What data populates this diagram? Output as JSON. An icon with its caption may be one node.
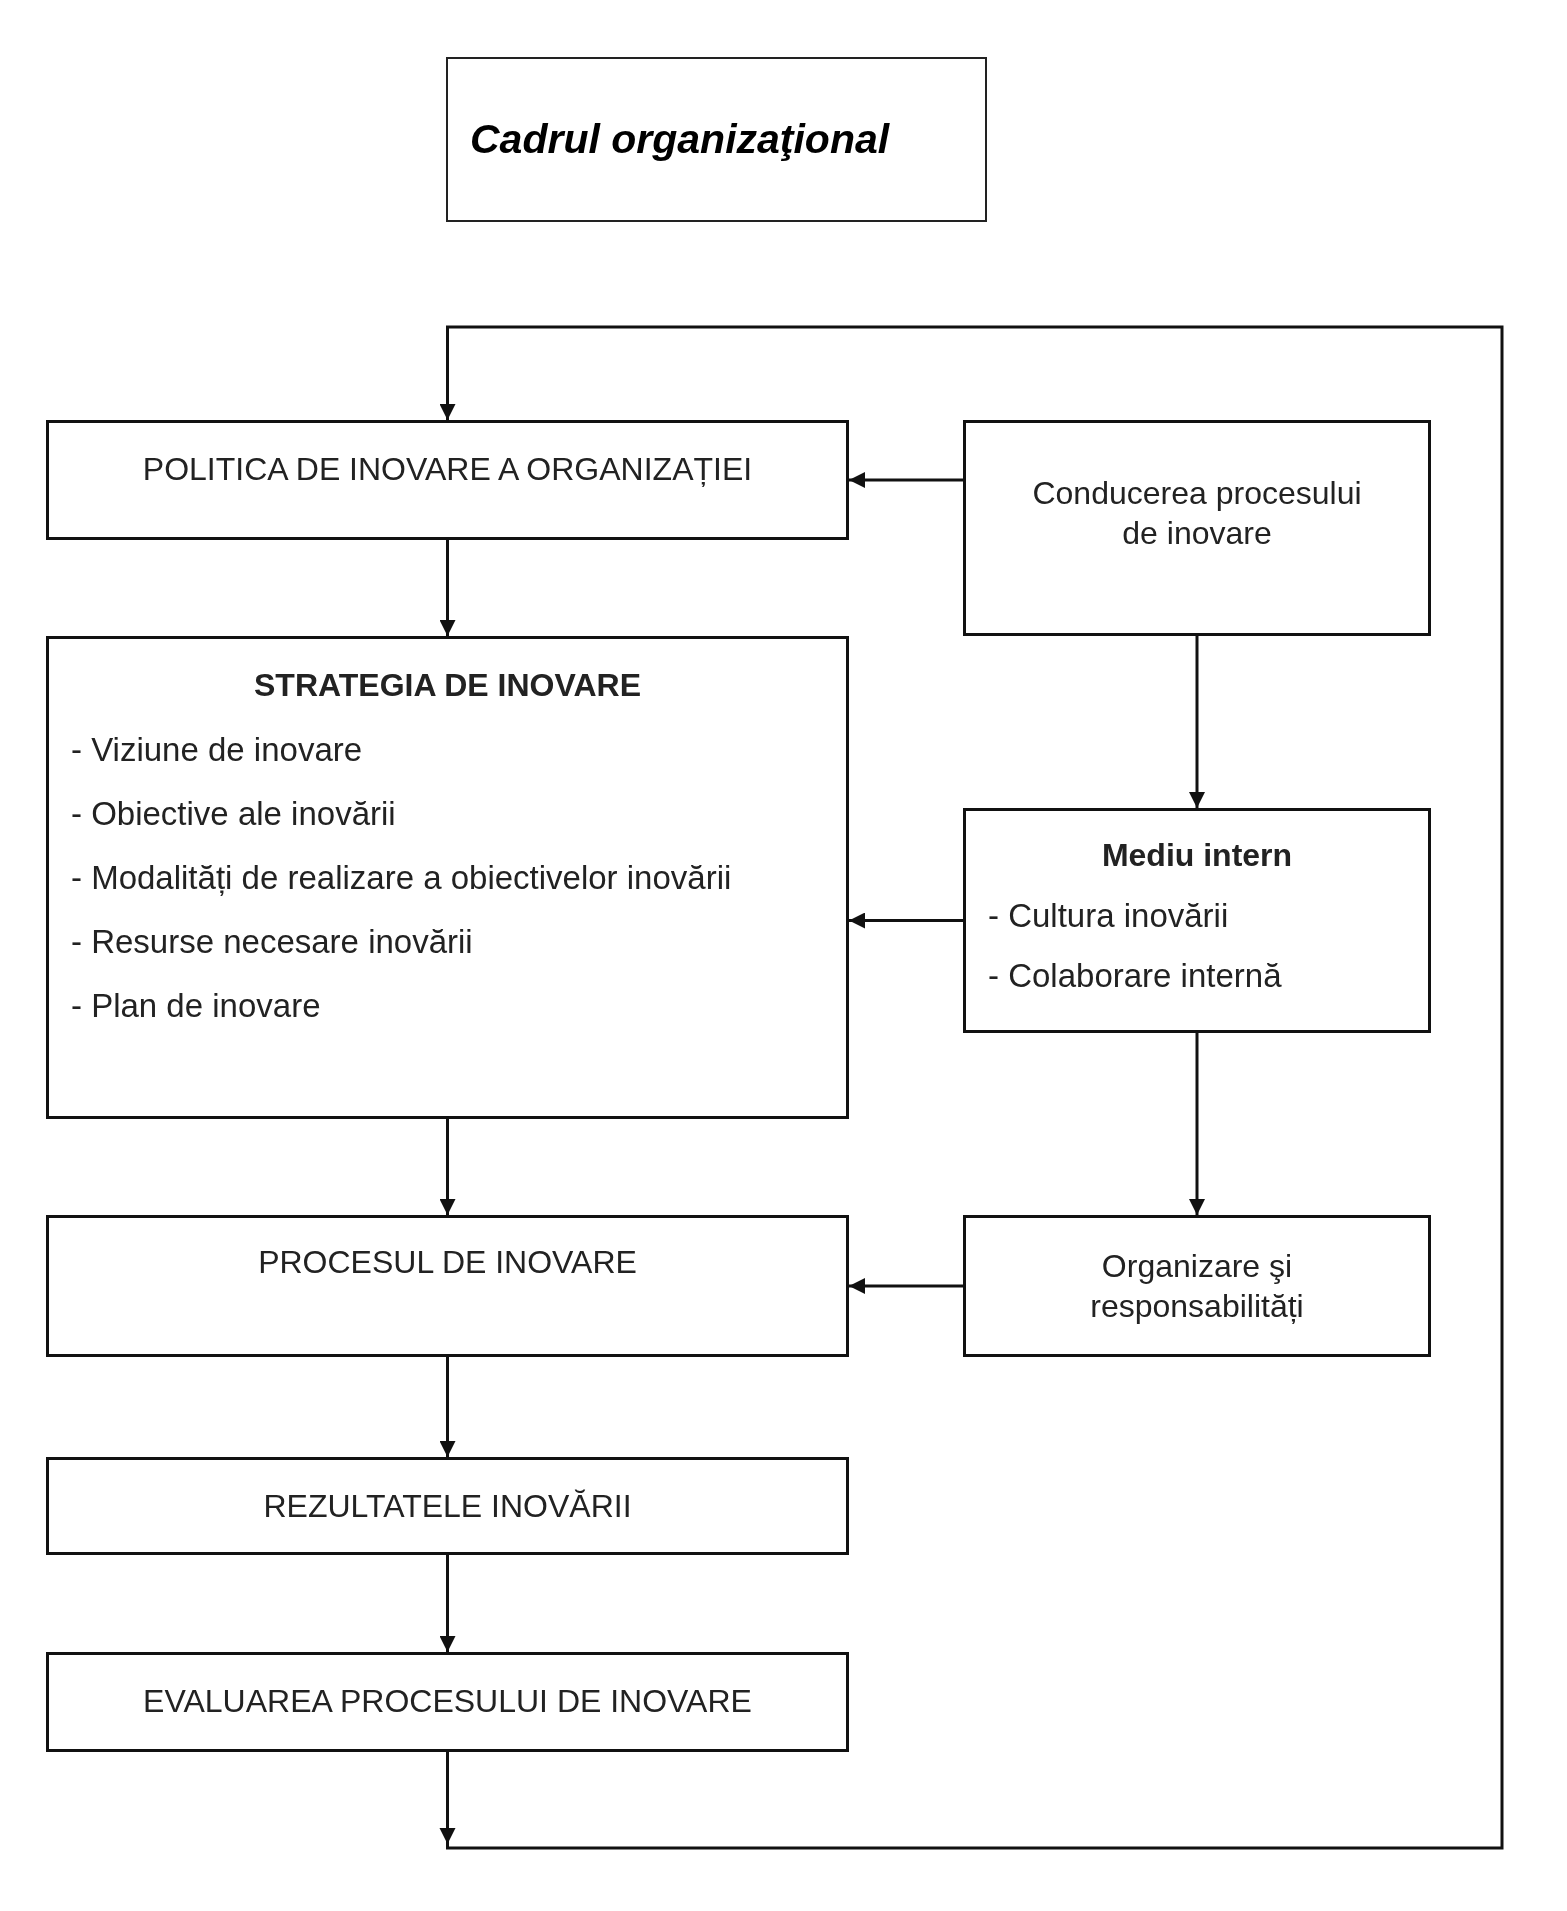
{
  "diagram": {
    "title": "Cadrul organizaţional",
    "nodes": [
      {
        "text": [
          "POLITICA DE INOVARE A ORGANIZAȚIEI"
        ]
      },
      {
        "text": [
          "Conducerea procesului de inovare"
        ]
      },
      {
        "text": [
          "STRATEGIA DE INOVARE",
          "- Viziune de inovare",
          "- Obiective ale inovării",
          "- Modalități de realizare a obiectivelor inovării",
          "- Resurse necesare inovării",
          "- Plan de inovare"
        ]
      },
      {
        "text": [
          "Mediu intern",
          "- Cultura inovării",
          "- Colaborare internă"
        ]
      },
      {
        "text": [
          "PROCESUL DE INOVARE"
        ]
      },
      {
        "text": [
          "Organizare şi responsabilități"
        ]
      },
      {
        "text": [
          "REZULTATELE INOVĂRII"
        ]
      },
      {
        "text": [
          "EVALUAREA PROCESULUI DE INOVARE"
        ]
      }
    ],
    "edges": [
      {
        "from": 1,
        "to": 0,
        "arrow": "to"
      },
      {
        "from": 0,
        "to": 2,
        "arrow": "to"
      },
      {
        "from": 1,
        "to": 3,
        "arrow": "to"
      },
      {
        "from": 3,
        "to": 2,
        "arrow": "to"
      },
      {
        "from": 2,
        "to": 4,
        "arrow": "to"
      },
      {
        "from": 3,
        "to": 5,
        "arrow": "to"
      },
      {
        "from": 5,
        "to": 4,
        "arrow": "to"
      },
      {
        "from": 4,
        "to": 6,
        "arrow": "to"
      },
      {
        "from": 6,
        "to": 7,
        "arrow": "to"
      },
      {
        "from": 7,
        "to": 0,
        "arrow": "to"
      }
    ]
  }
}
